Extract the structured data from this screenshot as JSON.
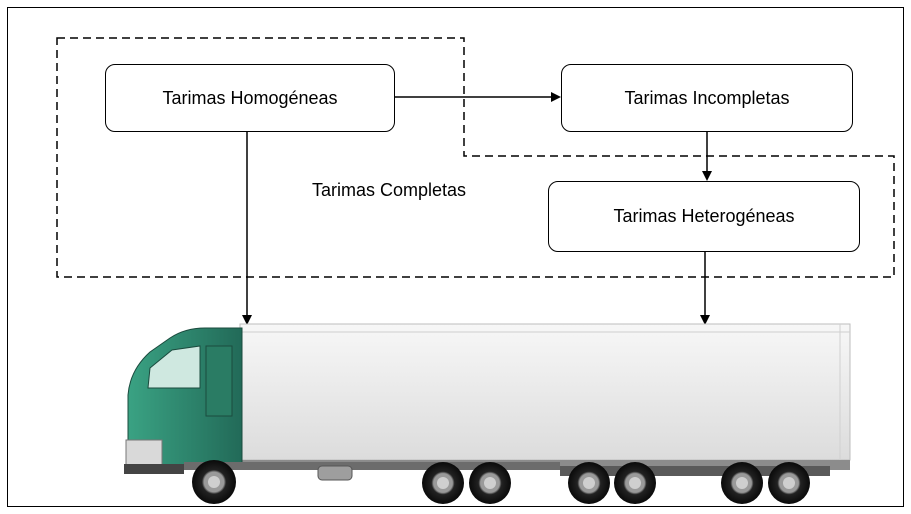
{
  "nodes": {
    "homogeneas": "Tarimas Homogéneas",
    "incompletas": "Tarimas Incompletas",
    "heterogeneas": "Tarimas Heterogéneas"
  },
  "group_label": "Tarimas Completas",
  "colors": {
    "cab": "#2e8a70",
    "cab_dark": "#1f5f4e",
    "trailer": "#ededed",
    "outline": "#000000"
  }
}
